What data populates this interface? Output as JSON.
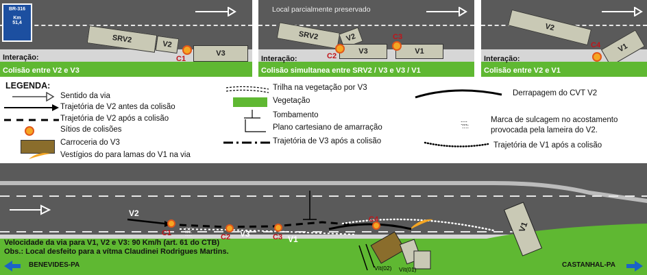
{
  "road_sign": {
    "line1": "BR-316",
    "line2": "Km",
    "line3": "51,4"
  },
  "panels": [
    {
      "id": "p1",
      "top_note": "",
      "vehicles": [
        "SRV2",
        "V2",
        "V3"
      ],
      "collision_labels": [
        "C1"
      ],
      "caption_title": "Interação:",
      "caption_text": "Colisão entre V2 e V3"
    },
    {
      "id": "p2",
      "top_note": "Local parcialmente preservado",
      "vehicles": [
        "SRV2",
        "V2",
        "V3",
        "V1"
      ],
      "collision_labels": [
        "C2",
        "C3"
      ],
      "caption_title": "Interação:",
      "caption_text": "Colisão simultanea entre SRV2 / V3 e V3 / V1"
    },
    {
      "id": "p3",
      "top_note": "",
      "vehicles": [
        "V2",
        "V1"
      ],
      "collision_labels": [
        "C4"
      ],
      "caption_title": "Interação:",
      "caption_text": "Colisão entre V2 e V1"
    }
  ],
  "legend": {
    "title": "LEGENDA:",
    "items": {
      "sentido": "Sentido da via",
      "traj_v2_antes": "Trajetória de V2 antes da colisão",
      "traj_v2_apos": "Trajetória de V2 após a colisão",
      "sitios": "Sítios de colisões",
      "carroceria": "Carroceria do V3",
      "vestigios": "Vestígios do para lamas do V1 na via",
      "trilha": "Trilha na vegetação por V3",
      "vegetacao": "Vegetação",
      "tombamento": "Tombamento",
      "plano": "Plano cartesiano de amarração",
      "traj_v3": "Trajetória de V3 após a colisão",
      "derrapagem": "Derrapagem do CVT V2",
      "marca": "Marca de sulcagem no acostamento provocada pela lameira do V2.",
      "traj_v1": "Trajetória de V1 após a colisão"
    }
  },
  "map": {
    "labels": {
      "v2": "V2",
      "v3": "V3",
      "v1": "V1",
      "v1_right": "V1"
    },
    "collisions": [
      "C1",
      "C2",
      "C3",
      "C4"
    ],
    "victims": [
      "Vít(02)",
      "Vít(01)"
    ],
    "note_line1": "Velocidade da via para V1, V2 e V3: 90 Km/h (art. 61 do CTB)",
    "note_line2": "Obs.: Local desfeito para a vítma Claudinei Rodrigues Martins.",
    "left_place": "BENEVIDES-PA",
    "right_place": "CASTANHAL-PA"
  },
  "colors": {
    "road": "#5a5a5a",
    "vegetation": "#5fb832",
    "collision_star": "#f5a623",
    "collision_label": "#c0141a",
    "carroceria": "#8a6d2c",
    "direction_arrow": "#1c63c6"
  }
}
